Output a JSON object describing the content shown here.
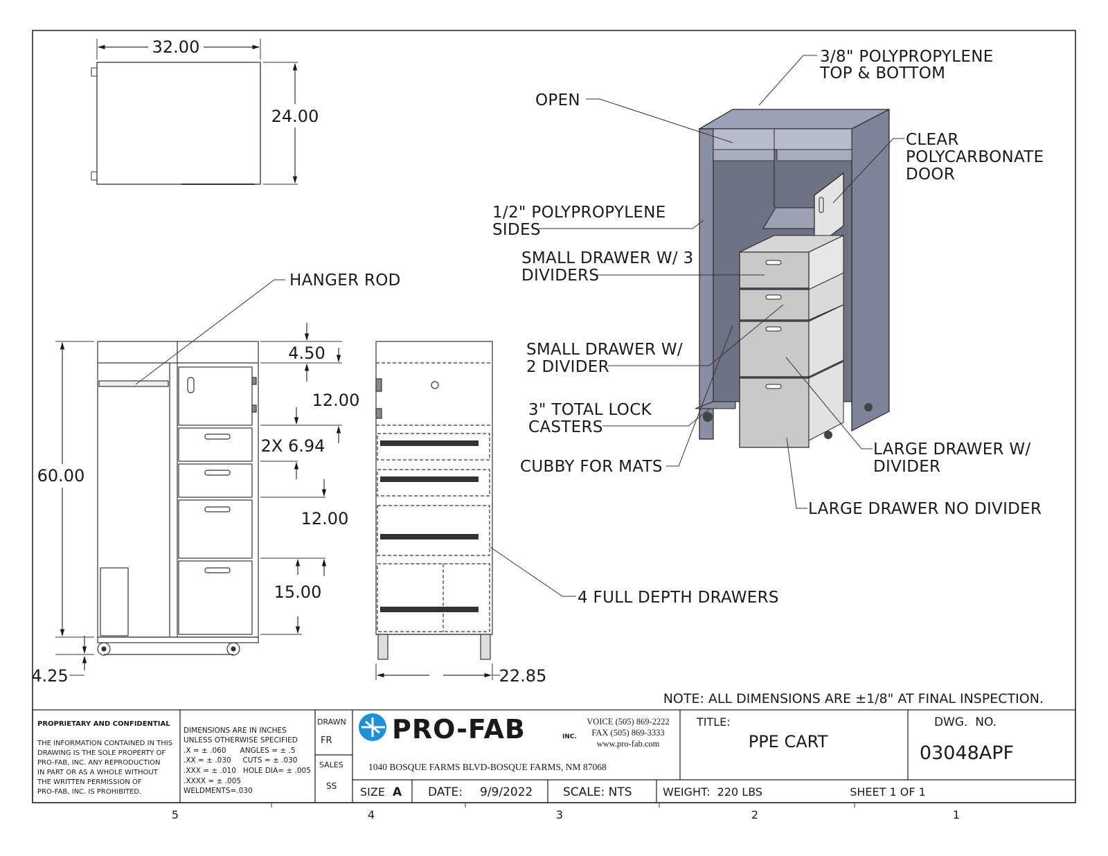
{
  "dimensions": {
    "width_top": "32.00",
    "depth_top": "24.00",
    "height_total": "60.00",
    "top_cubby": "4.50",
    "door_height": "12.00",
    "small_drawers": "2X 6.94",
    "large_drawer_1": "12.00",
    "large_drawer_2": "15.00",
    "caster_height": "4.25",
    "side_width": "22.85"
  },
  "callouts": {
    "top_bottom": [
      "3/8\" POLYPROPYLENE",
      "TOP & BOTTOM"
    ],
    "open": "OPEN",
    "door": [
      "CLEAR",
      "POLYCARBONATE",
      "DOOR"
    ],
    "sides": [
      "1/2\" POLYPROPYLENE",
      "SIDES"
    ],
    "small_drawer_3": [
      "SMALL DRAWER W/ 3",
      "DIVIDERS"
    ],
    "hanger_rod": "HANGER ROD",
    "small_drawer_2": [
      "SMALL DRAWER W/",
      "2 DIVIDER"
    ],
    "casters": [
      "3\" TOTAL LOCK",
      "CASTERS"
    ],
    "cubby": "CUBBY FOR MATS",
    "large_divider": [
      "LARGE DRAWER W/",
      "DIVIDER"
    ],
    "large_no_divider": "LARGE DRAWER NO DIVIDER",
    "full_depth": "4 FULL DEPTH DRAWERS"
  },
  "note": "NOTE: ALL DIMENSIONS ARE ±1/8\" AT FINAL INSPECTION.",
  "title_block": {
    "proprietary_heading": "PROPRIETARY AND CONFIDENTIAL",
    "proprietary_text": [
      "THE INFORMATION CONTAINED IN THIS",
      "DRAWING IS THE SOLE PROPERTY OF",
      "PRO-FAB, INC.  ANY REPRODUCTION",
      "IN PART OR AS A WHOLE WITHOUT",
      "THE WRITTEN PERMISSION OF",
      "PRO-FAB, INC. IS PROHIBITED."
    ],
    "tolerance_lines": [
      "DIMENSIONS ARE IN INCHES",
      "UNLESS OTHERWISE SPECIFIED",
      ".X = ± .060      ANGLES = ± .5",
      ".XX = ± .030     CUTS = ± .030",
      ".XXX = ± .010   HOLE DIA= ± .005",
      ".XXXX = ± .005",
      "WELDMENTS=.030"
    ],
    "drawn_label": "DRAWN",
    "drawn_value": "FR",
    "sales_label": "SALES",
    "sales_value": "SS",
    "company": "PRO-FAB",
    "company_suffix": "INC.",
    "voice": "VOICE (505) 869-2222",
    "fax": "FAX (505) 869-3333",
    "web": "www.pro-fab.com",
    "address": "1040 BOSQUE FARMS BLVD-BOSQUE FARMS, NM 87068",
    "title_label": "TITLE:",
    "title_value": "PPE CART",
    "dwg_label": "DWG.  NO.",
    "dwg_value": "03048APF",
    "size_label": "SIZE",
    "size_value": "A",
    "date_label": "DATE:",
    "date_value": "9/9/2022",
    "scale": "SCALE: NTS",
    "weight": "WEIGHT:  220 LBS",
    "sheet": "SHEET 1 OF 1"
  },
  "zones": [
    "5",
    "4",
    "3",
    "2",
    "1"
  ],
  "colors": {
    "cabinet_top": "#9da1b8",
    "cabinet_side": "#7e8398",
    "cabinet_inside": "#6f7283",
    "drawer_face": "#c9c9c9",
    "logo_blue": "#1e90d6"
  }
}
